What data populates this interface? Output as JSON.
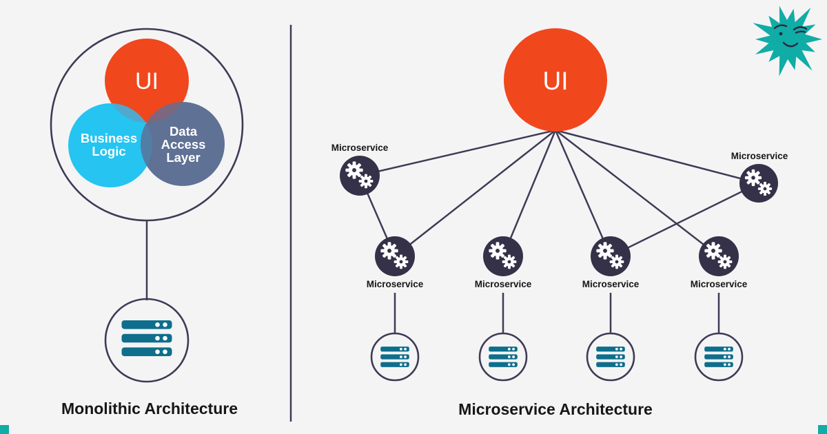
{
  "colors": {
    "background": "#F4F4F5",
    "orange": "#F1471D",
    "cyan": "#25C4F1",
    "slate": "#5F7194",
    "overlap_ui_business": "#50A9CD",
    "overlap_ui_data": "#7C6780",
    "overlap_business_data": "#527EA6",
    "overlap_center": "#5C7B9B",
    "navy": "#3E3B55",
    "node_fill": "#343148",
    "teal_server": "#0E6E8C",
    "teal_star": "#10ACA6",
    "face_stroke": "#2A2942",
    "text_dark": "#161616"
  },
  "icons": {
    "microservice_node": "gears-icon",
    "database": "server-stack-icon",
    "decoration": "winking-star-icon"
  },
  "monolith": {
    "title": "Monolithic Architecture",
    "ui_label": "UI",
    "business_logic_line1": "Business",
    "business_logic_line2": "Logic",
    "data_access_line1": "Data",
    "data_access_line2": "Access",
    "data_access_line3": "Layer"
  },
  "microservice": {
    "title": "Microservice Architecture",
    "ui_label": "UI",
    "nodes": [
      {
        "label": "Microservice"
      },
      {
        "label": "Microservice"
      },
      {
        "label": "Microservice"
      },
      {
        "label": "Microservice"
      },
      {
        "label": "Microservice"
      },
      {
        "label": "Microservice"
      }
    ]
  }
}
